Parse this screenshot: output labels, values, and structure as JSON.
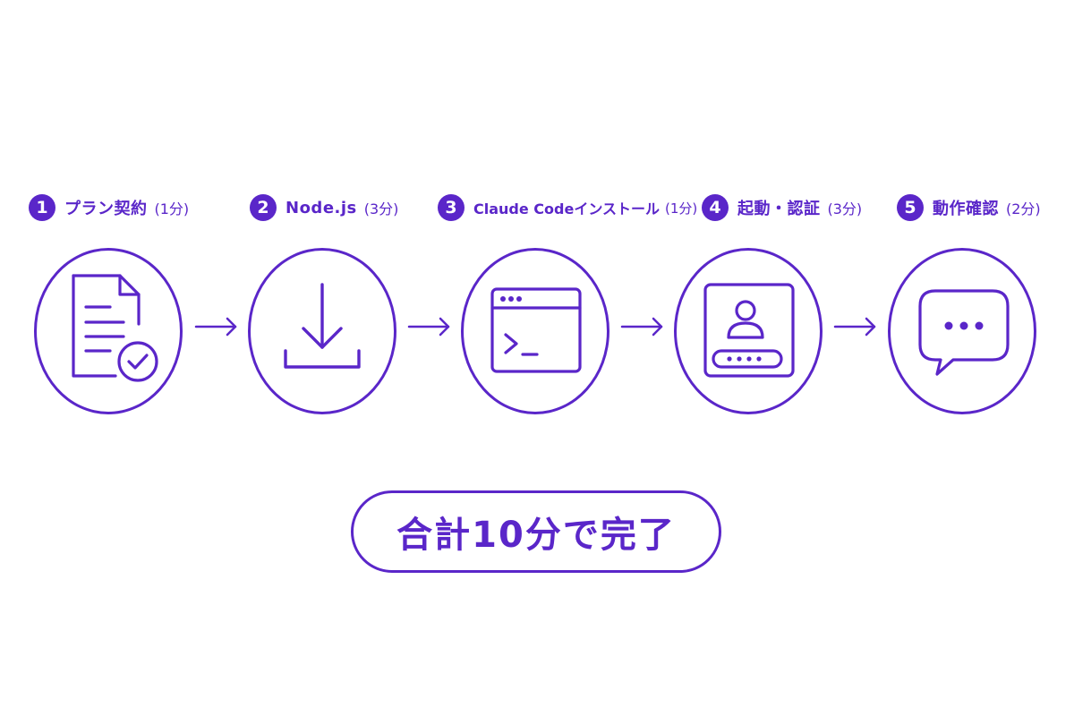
{
  "accent_color": "#5a26c9",
  "steps": [
    {
      "number": "1",
      "title": "プラン契約",
      "duration": "(1分)",
      "icon": "document-check-icon"
    },
    {
      "number": "2",
      "title": "Node.js",
      "duration": "(3分)",
      "icon": "download-icon"
    },
    {
      "number": "3",
      "title": "Claude Codeインストール",
      "duration": "(1分)",
      "icon": "terminal-window-icon"
    },
    {
      "number": "4",
      "title": "起動・認証",
      "duration": "(3分)",
      "icon": "user-password-icon"
    },
    {
      "number": "5",
      "title": "動作確認",
      "duration": "(2分)",
      "icon": "chat-bubble-icon"
    }
  ],
  "total": {
    "label": "合計10分で完了"
  }
}
